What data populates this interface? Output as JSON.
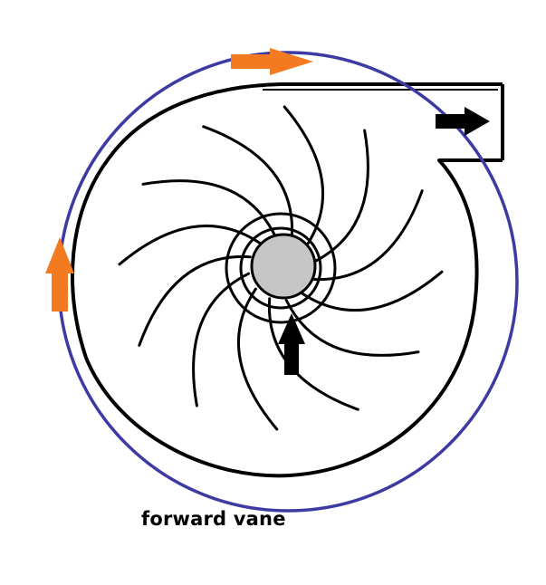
{
  "figure": {
    "caption": "forward vane",
    "impeller_blade_count": 12,
    "colors": {
      "rotation_circle": "#3d3aa3",
      "rotation_arrows": "#f47a22",
      "flow_arrows": "#000000",
      "hub_fill": "#c6c6c6",
      "casing_stroke": "#000000",
      "background": "#ffffff"
    },
    "elements": {
      "rotation_direction": "clockwise",
      "inlet_flow_arrow": "upward-into-eye",
      "outlet_flow_arrow": "rightward-through-discharge"
    }
  }
}
